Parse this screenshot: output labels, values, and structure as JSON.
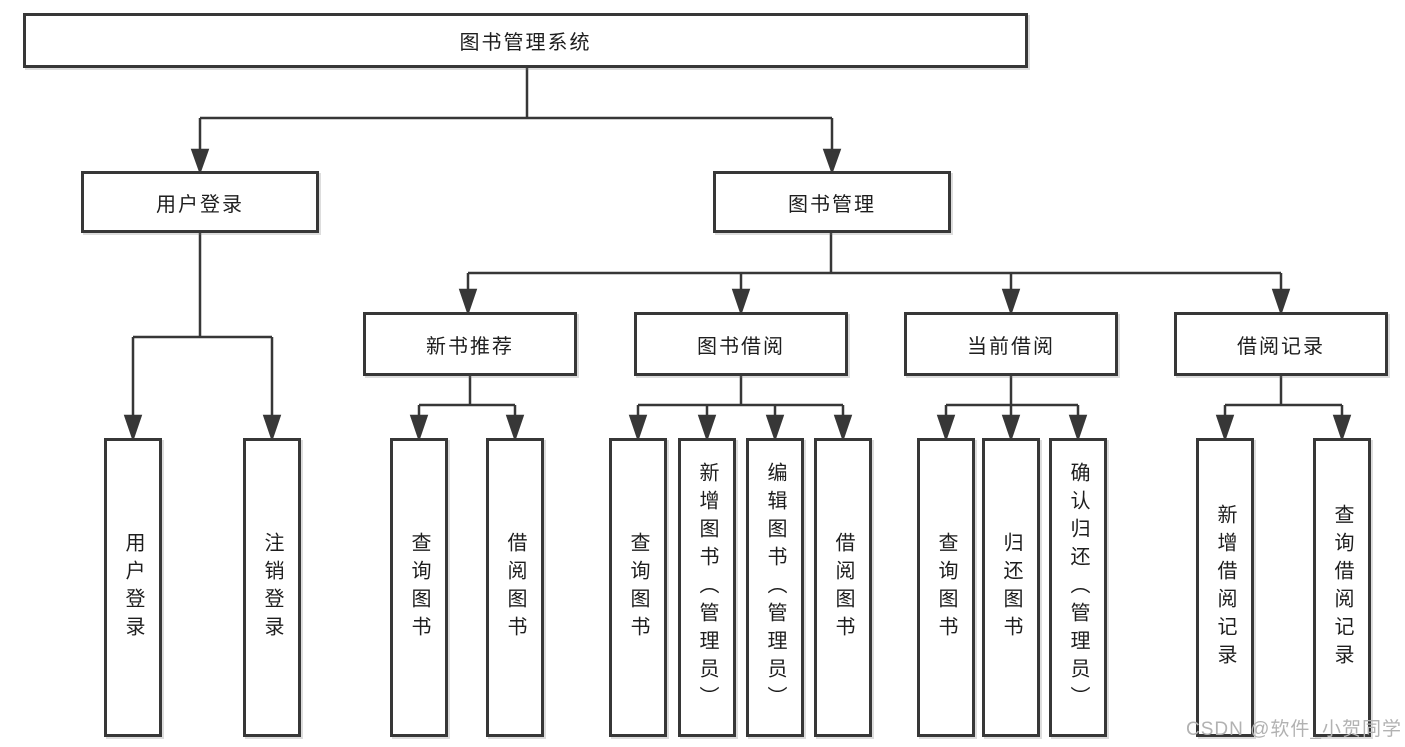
{
  "diagram": {
    "root": {
      "label": "图书管理系统"
    },
    "level2": [
      {
        "label": "用户登录"
      },
      {
        "label": "图书管理"
      }
    ],
    "level3": [
      {
        "label": "新书推荐"
      },
      {
        "label": "图书借阅"
      },
      {
        "label": "当前借阅"
      },
      {
        "label": "借阅记录"
      }
    ],
    "leaves": {
      "user_login": [
        {
          "label": "用户登录"
        },
        {
          "label": "注销登录"
        }
      ],
      "new_books": [
        {
          "label": "查询图书"
        },
        {
          "label": "借阅图书"
        }
      ],
      "book_borrow": [
        {
          "label": "查询图书"
        },
        {
          "label": "新增图书（管理员）"
        },
        {
          "label": "编辑图书（管理员）"
        },
        {
          "label": "借阅图书"
        }
      ],
      "current_borrow": [
        {
          "label": "查询图书"
        },
        {
          "label": "归还图书"
        },
        {
          "label": "确认归还（管理员）"
        }
      ],
      "borrow_records": [
        {
          "label": "新增借阅记录"
        },
        {
          "label": "查询借阅记录"
        }
      ]
    },
    "watermark": "CSDN @软件_小贺同学",
    "colors": {
      "line": "#373737",
      "text": "#1e1e1e",
      "watermark": "#b2b2b2",
      "background": "#ffffff"
    }
  }
}
